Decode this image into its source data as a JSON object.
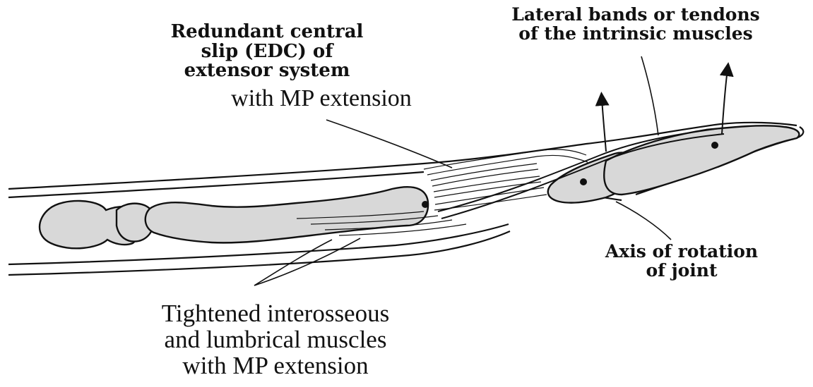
{
  "colors": {
    "ink": "#111111",
    "bone": "#d8d8d8",
    "background": "#ffffff"
  },
  "labels": {
    "central_slip": {
      "line1": "Redundant central",
      "line2": "slip (EDC) of",
      "line3": "extensor system",
      "line4": "with MP extension"
    },
    "lateral_bands": {
      "line1": "Lateral bands or tendons",
      "line2": "of the intrinsic muscles"
    },
    "axis_rotation": {
      "line1": "Axis of rotation",
      "line2": "of joint"
    },
    "tightened_muscles": {
      "line1": "Tightened interosseous",
      "line2": "and lumbrical muscles",
      "line3": "with MP extension"
    }
  }
}
